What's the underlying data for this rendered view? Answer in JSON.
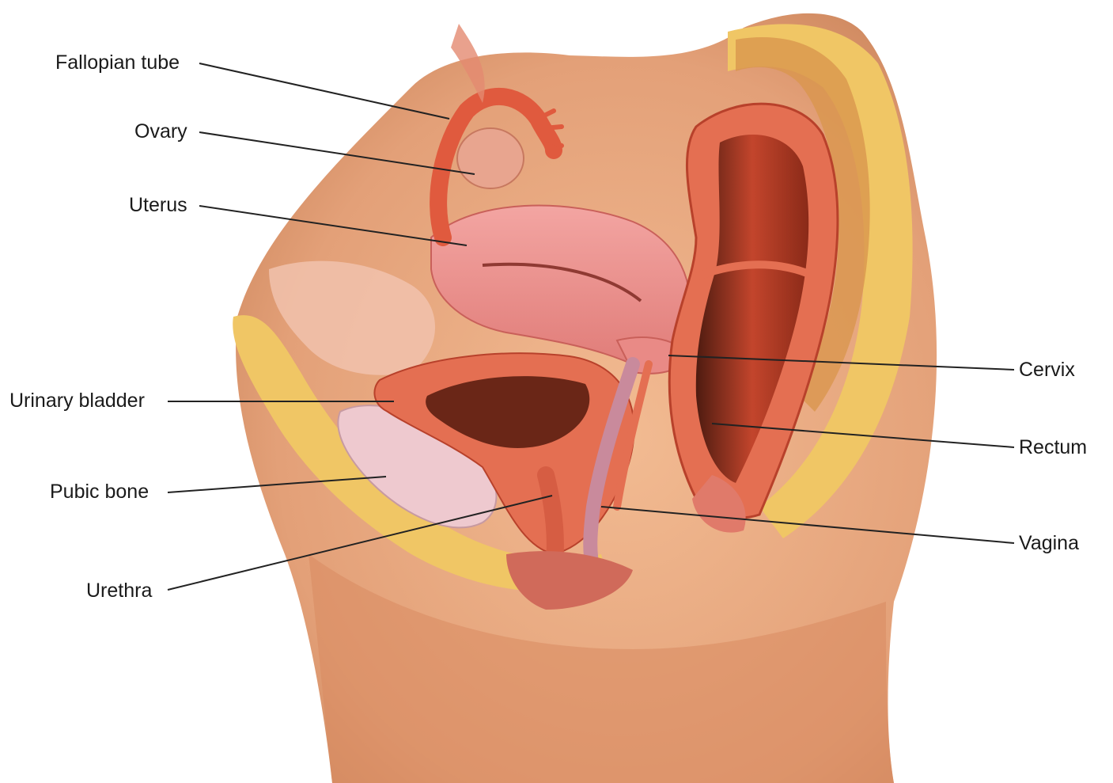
{
  "labels": {
    "fallopian_tube": "Fallopian tube",
    "ovary": "Ovary",
    "uterus": "Uterus",
    "urinary_bladder": "Urinary bladder",
    "pubic_bone": "Pubic bone",
    "urethra": "Urethra",
    "cervix": "Cervix",
    "rectum": "Rectum",
    "vagina": "Vagina"
  },
  "colors": {
    "skin": "#e7a57c",
    "skin_dark": "#c97a52",
    "fat": "#f0c665",
    "muscle": "#e46f52",
    "muscle_dark": "#c0442e",
    "uterus": "#ec8e8a",
    "bone": "#eec9cf",
    "cavity": "#6a2617",
    "leader": "#222222"
  }
}
